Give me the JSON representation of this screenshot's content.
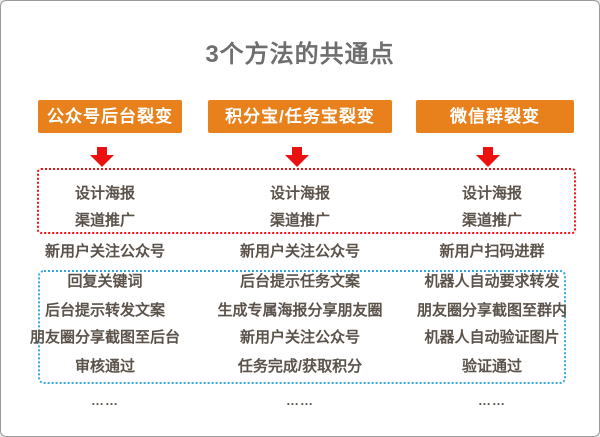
{
  "title": "3个方法的共通点",
  "colors": {
    "orange": "#e8811c",
    "red": "#ec1111",
    "blue": "#35a9dc",
    "text": "#5b524a"
  },
  "columns": [
    {
      "header": "公众号后台裂变",
      "stage1": [
        "设计海报",
        "渠道推广"
      ],
      "middle": "新用户关注公众号",
      "stage2": [
        "回复关键词",
        "后台提示转发文案",
        "朋友圈分享截图至后台",
        "审核通过"
      ],
      "ellipsis": "……"
    },
    {
      "header": "积分宝/任务宝裂变",
      "stage1": [
        "设计海报",
        "渠道推广"
      ],
      "middle": "新用户关注公众号",
      "stage2": [
        "后台提示任务文案",
        "生成专属海报分享朋友圈",
        "新用户关注公众号",
        "任务完成/获取积分"
      ],
      "ellipsis": "……"
    },
    {
      "header": "微信群裂变",
      "stage1": [
        "设计海报",
        "渠道推广"
      ],
      "middle": "新用户扫码进群",
      "stage2": [
        "机器人自动要求转发",
        "朋友圈分享截图至群内",
        "机器人自动验证图片",
        "验证通过"
      ],
      "ellipsis": "……"
    }
  ]
}
